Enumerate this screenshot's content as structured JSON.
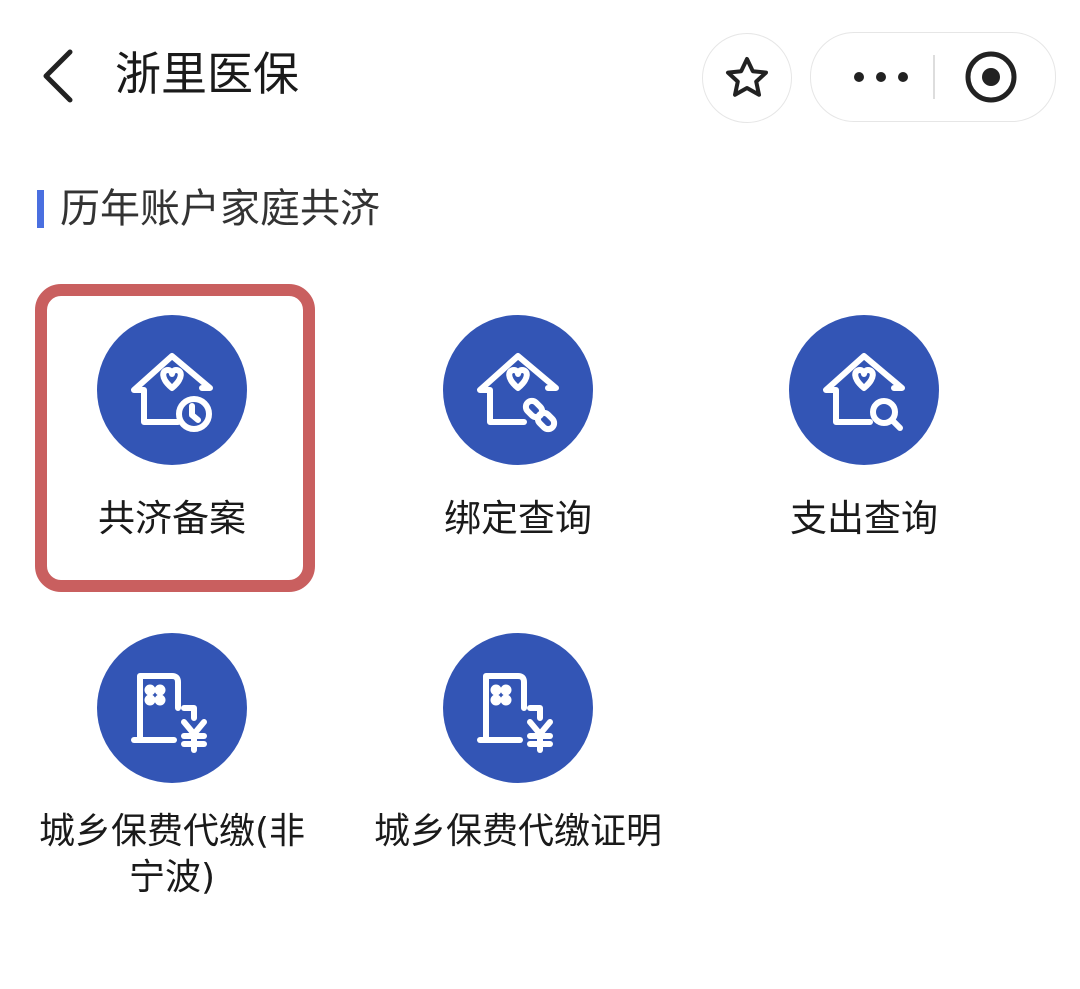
{
  "header": {
    "title": "浙里医保",
    "back_icon": "chevron-left-icon",
    "favorite_icon": "star-icon",
    "more_icon": "more-dots-icon",
    "close_icon": "target-circle-icon"
  },
  "section": {
    "title": "历年账户家庭共济",
    "accent": "#4a6fe0"
  },
  "items": [
    {
      "label": "共济备案",
      "icon": "house-heart-clock-icon"
    },
    {
      "label": "绑定查询",
      "icon": "house-heart-link-icon"
    },
    {
      "label": "支出查询",
      "icon": "house-heart-search-icon"
    },
    {
      "label": "城乡保费代缴(非宁波)",
      "icon": "building-yuan-icon"
    },
    {
      "label": "城乡保费代缴证明",
      "icon": "building-yuan-icon"
    }
  ],
  "colors": {
    "icon_bg": "#3355B5",
    "highlight": "#C95F5F"
  }
}
